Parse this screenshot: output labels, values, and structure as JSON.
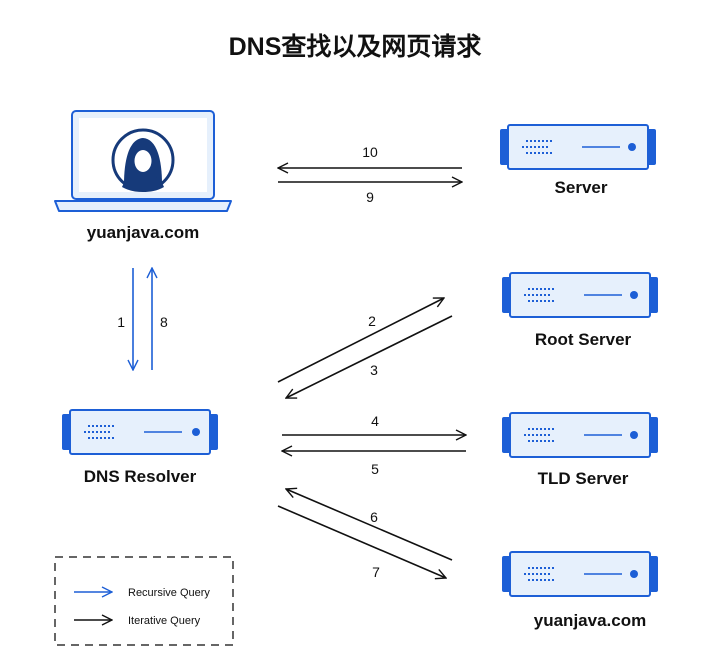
{
  "title": "DNS查找以及网页请求",
  "nodes": {
    "client": "yuanjava.com",
    "server": "Server",
    "root": "Root Server",
    "tld": "TLD Server",
    "authoritative": "yuanjava.com",
    "resolver": "DNS Resolver"
  },
  "steps": {
    "s1": "1",
    "s2": "2",
    "s3": "3",
    "s4": "4",
    "s5": "5",
    "s6": "6",
    "s7": "7",
    "s8": "8",
    "s9": "9",
    "s10": "10"
  },
  "legend": {
    "recursive": "Recursive Query",
    "iterative": "Iterative Query"
  },
  "colors": {
    "accent": "#1d5fd6",
    "server_fill": "#e6f0fc",
    "server_stroke": "#1d5fd6",
    "arrow": "#111111"
  }
}
